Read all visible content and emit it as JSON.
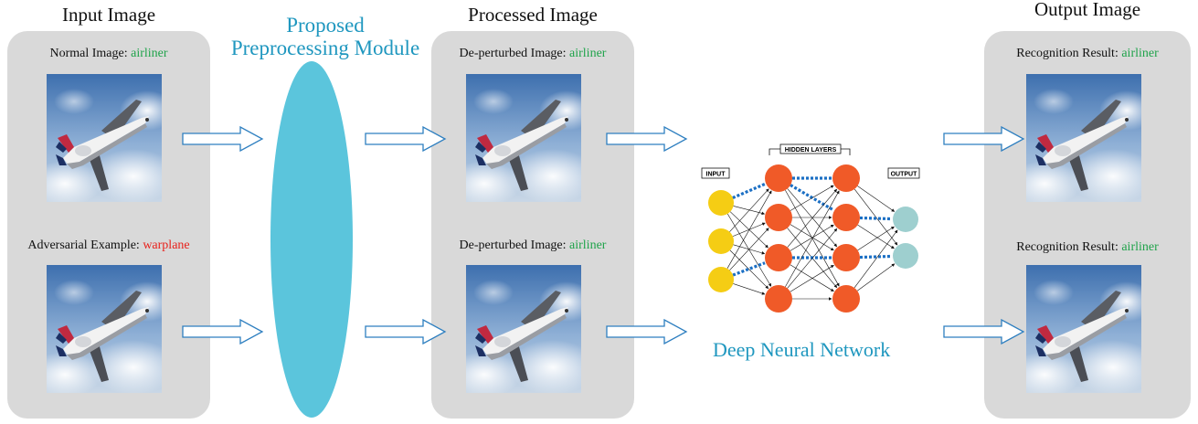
{
  "columns": {
    "input": {
      "heading": "Input Image"
    },
    "module": {
      "title_line1": "Proposed",
      "title_line2": "Preprocessing Module"
    },
    "processed": {
      "heading": "Processed Image"
    },
    "output": {
      "heading": "Output Image"
    }
  },
  "input_panel": {
    "normal": {
      "prefix": "Normal Image: ",
      "label": "airliner"
    },
    "adversarial": {
      "prefix": "Adversarial Example: ",
      "label": "warplane"
    }
  },
  "processed_panel": {
    "top": {
      "prefix": "De-perturbed Image: ",
      "label": "airliner"
    },
    "bottom": {
      "prefix": "De-perturbed Image: ",
      "label": "airliner"
    }
  },
  "output_panel": {
    "top": {
      "prefix": "Recognition Result: ",
      "label": "airliner"
    },
    "bottom": {
      "prefix": "Recognition Result: ",
      "label": "airliner"
    }
  },
  "network": {
    "title": "Deep Neural Network",
    "input_tag": "INPUT",
    "hidden_tag": "HIDDEN LAYERS",
    "output_tag": "OUTPUT"
  },
  "colors": {
    "panel": "#d9d9d9",
    "module": "#5bc5dc",
    "correct_label": "#1fa34a",
    "wrong_label": "#e8211b",
    "input_node": "#f5cd14",
    "hidden_node": "#f05a28",
    "output_node": "#9ecfcf",
    "highlight_edge": "#1b6fc4"
  }
}
